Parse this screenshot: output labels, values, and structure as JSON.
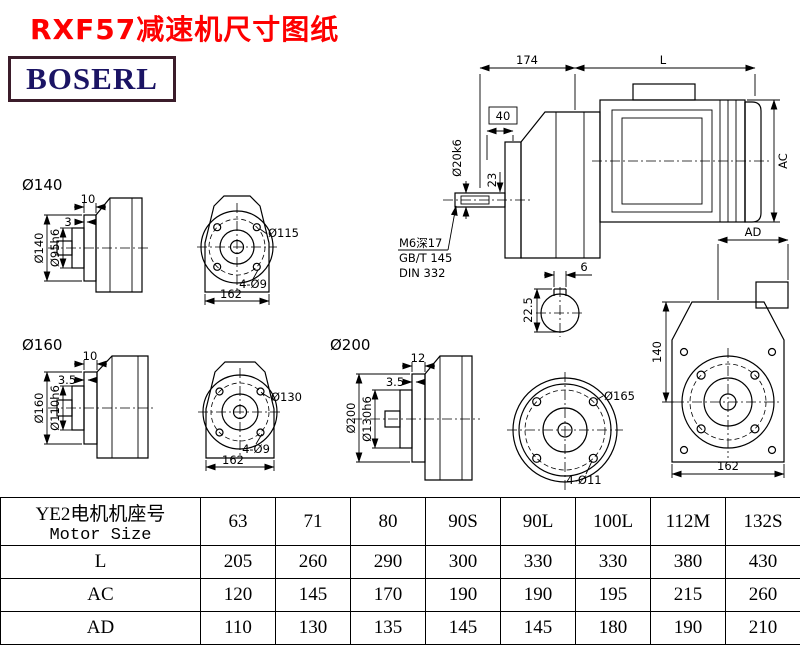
{
  "title": "RXF57减速机尺寸图纸",
  "logo": "BOSERL",
  "drawing": {
    "flange140": {
      "label": "Ø140",
      "lip": "10",
      "step": "3",
      "od": "Ø140",
      "spigot": "Ø95h6",
      "bolt_circle": "Ø115",
      "holes": "4-Ø9",
      "width": "162"
    },
    "flange160": {
      "label": "Ø160",
      "lip": "10",
      "step": "3.5",
      "od": "Ø160",
      "spigot": "Ø110h6",
      "bolt_circle": "Ø130",
      "holes": "4-Ø9",
      "width": "162"
    },
    "flange200": {
      "label": "Ø200",
      "lip": "12",
      "step": "3.5",
      "od": "Ø200",
      "spigot": "Ø130h6",
      "bolt_circle": "Ø165",
      "holes": "4-Ø11"
    },
    "main_view": {
      "front_len": "174",
      "motor_len": "L",
      "shaft_len": "40",
      "shaft_dia": "Ø20k6",
      "dim23": "23",
      "motor_dia": "AC",
      "tap": "M6深17",
      "tap_std1": "GB/T 145",
      "tap_std2": "DIN 332"
    },
    "key_section": {
      "key_width": "6",
      "key_height": "22.5"
    },
    "rear_view": {
      "ad": "AD",
      "height": "140",
      "width": "162"
    }
  },
  "table": {
    "header_line1": "YE2电机机座号",
    "header_line2": "Motor Size",
    "columns": [
      "63",
      "71",
      "80",
      "90S",
      "90L",
      "100L",
      "112M",
      "132S"
    ],
    "rows": [
      {
        "label": "L",
        "values": [
          "205",
          "260",
          "290",
          "300",
          "330",
          "330",
          "380",
          "430"
        ]
      },
      {
        "label": "AC",
        "values": [
          "120",
          "145",
          "170",
          "190",
          "190",
          "195",
          "215",
          "260"
        ]
      },
      {
        "label": "AD",
        "values": [
          "110",
          "130",
          "135",
          "145",
          "145",
          "180",
          "190",
          "210"
        ]
      }
    ]
  }
}
